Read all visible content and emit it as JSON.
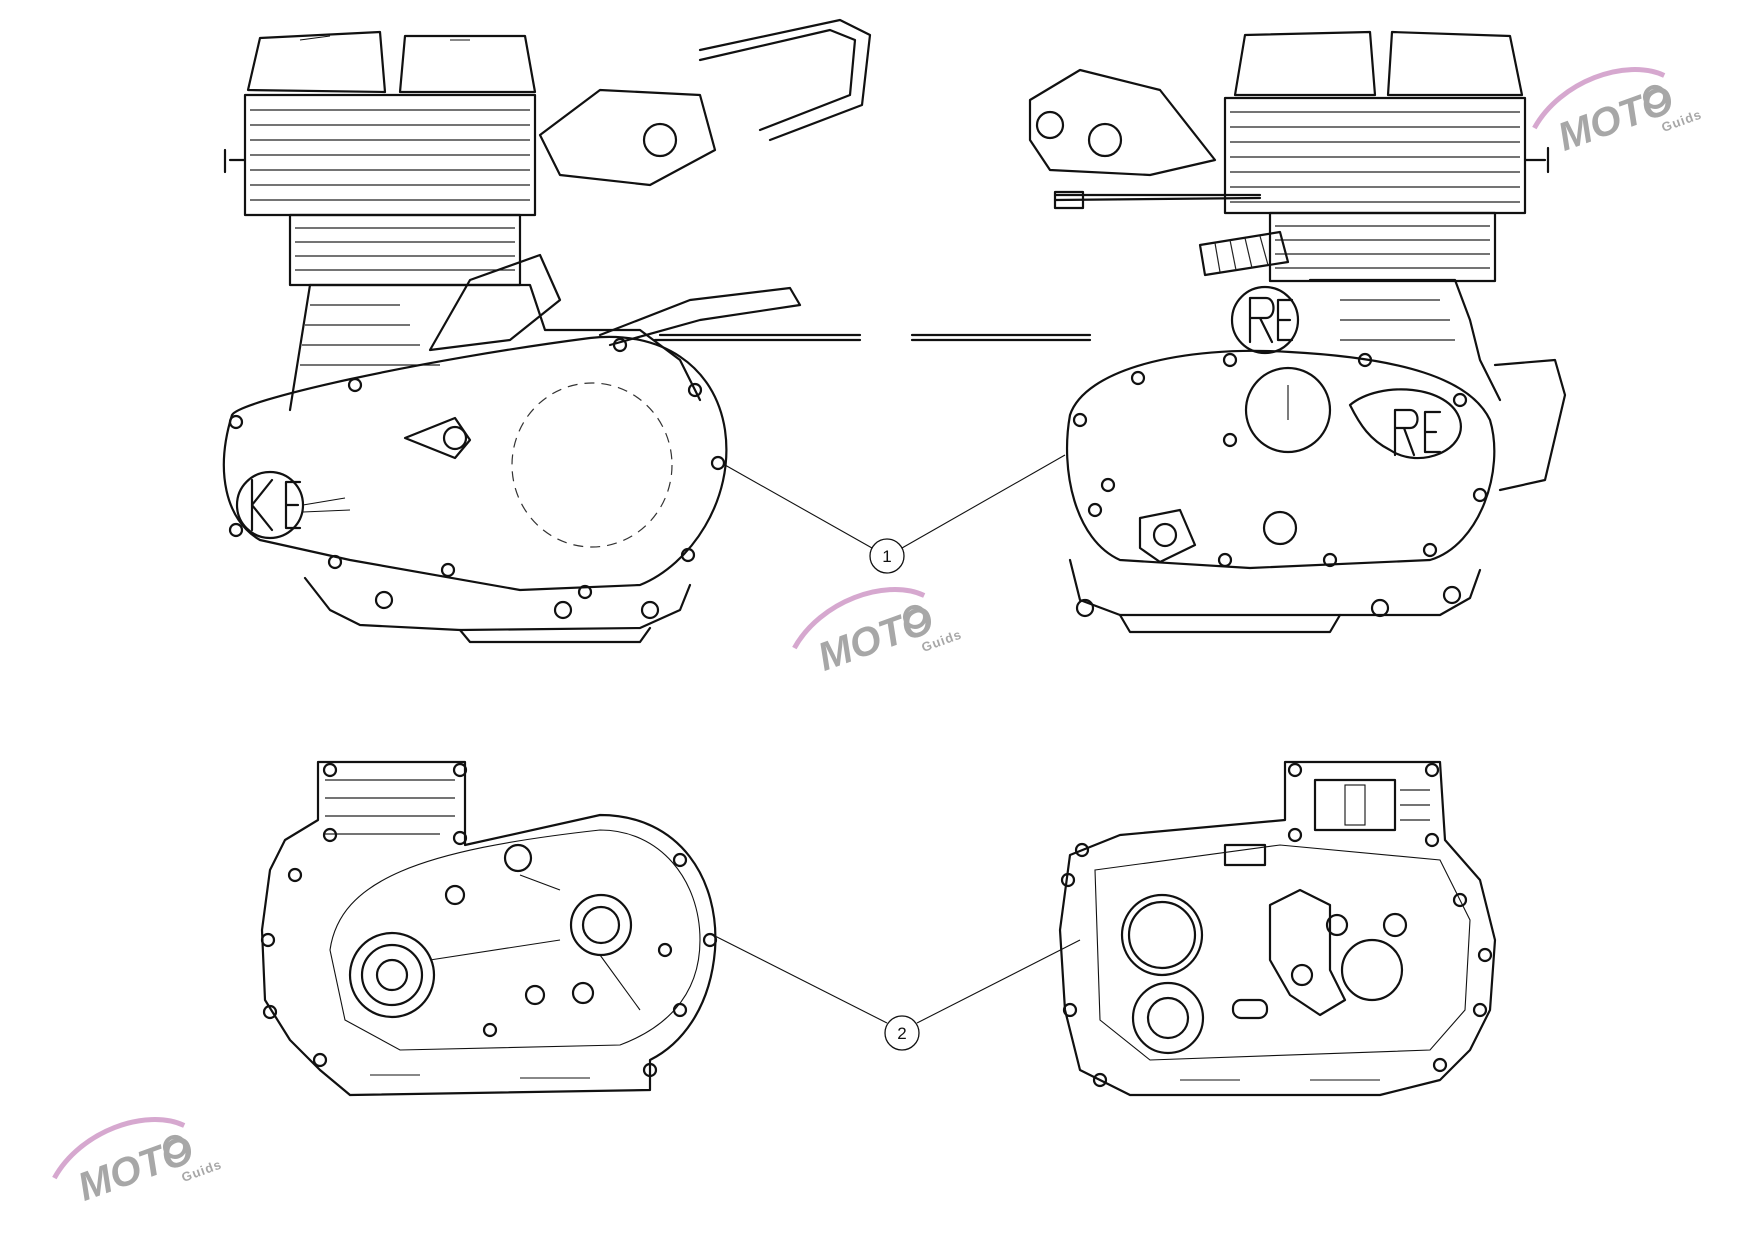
{
  "callouts": [
    {
      "id": "1",
      "label": "1"
    },
    {
      "id": "2",
      "label": "2"
    }
  ],
  "watermark": {
    "brand": "MOTO",
    "tagline": "Guids",
    "colors": {
      "text": "#8a8a8a",
      "swoosh": "#c98bc0",
      "swoosh2": "#8d9fd6"
    }
  },
  "colors": {
    "line": "#111111",
    "background": "#ffffff"
  }
}
